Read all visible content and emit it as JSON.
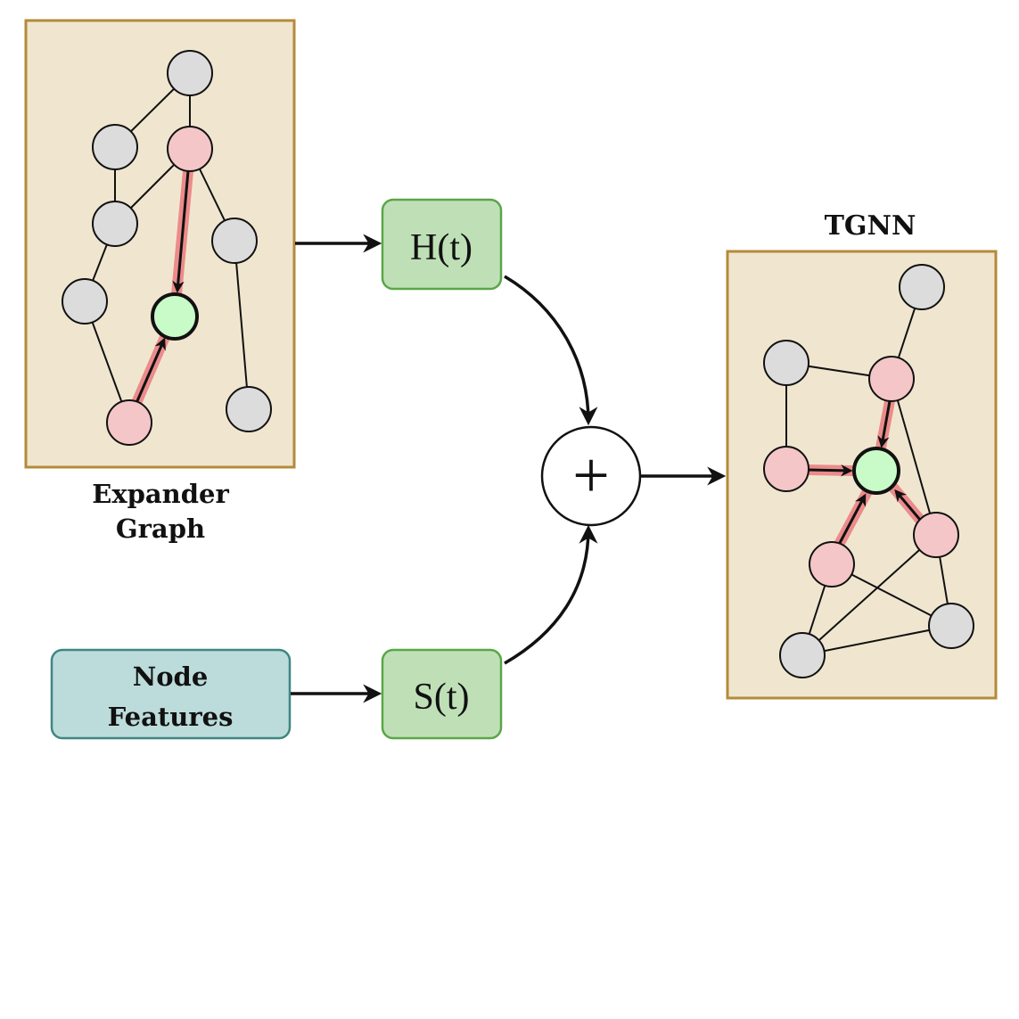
{
  "expander_label_line1": "Expander",
  "expander_label_line2": "Graph",
  "tgnn_label": "TGNN",
  "h_label": "H(t)",
  "s_label": "S(t)",
  "features_line1": "Node",
  "features_line2": "Features",
  "plus_symbol": "+",
  "colors": {
    "panel_fill": "#f0e6cf",
    "panel_border": "#b38b3a",
    "op_fill": "#bfe0b7",
    "op_border": "#5aa647",
    "features_fill": "#bcdcdb",
    "features_border": "#3f8682",
    "node_gray": "#dcdcdc",
    "node_pink": "#f4c6c8",
    "node_green": "#c8fbc8",
    "highlight": "#ec8b8b"
  }
}
